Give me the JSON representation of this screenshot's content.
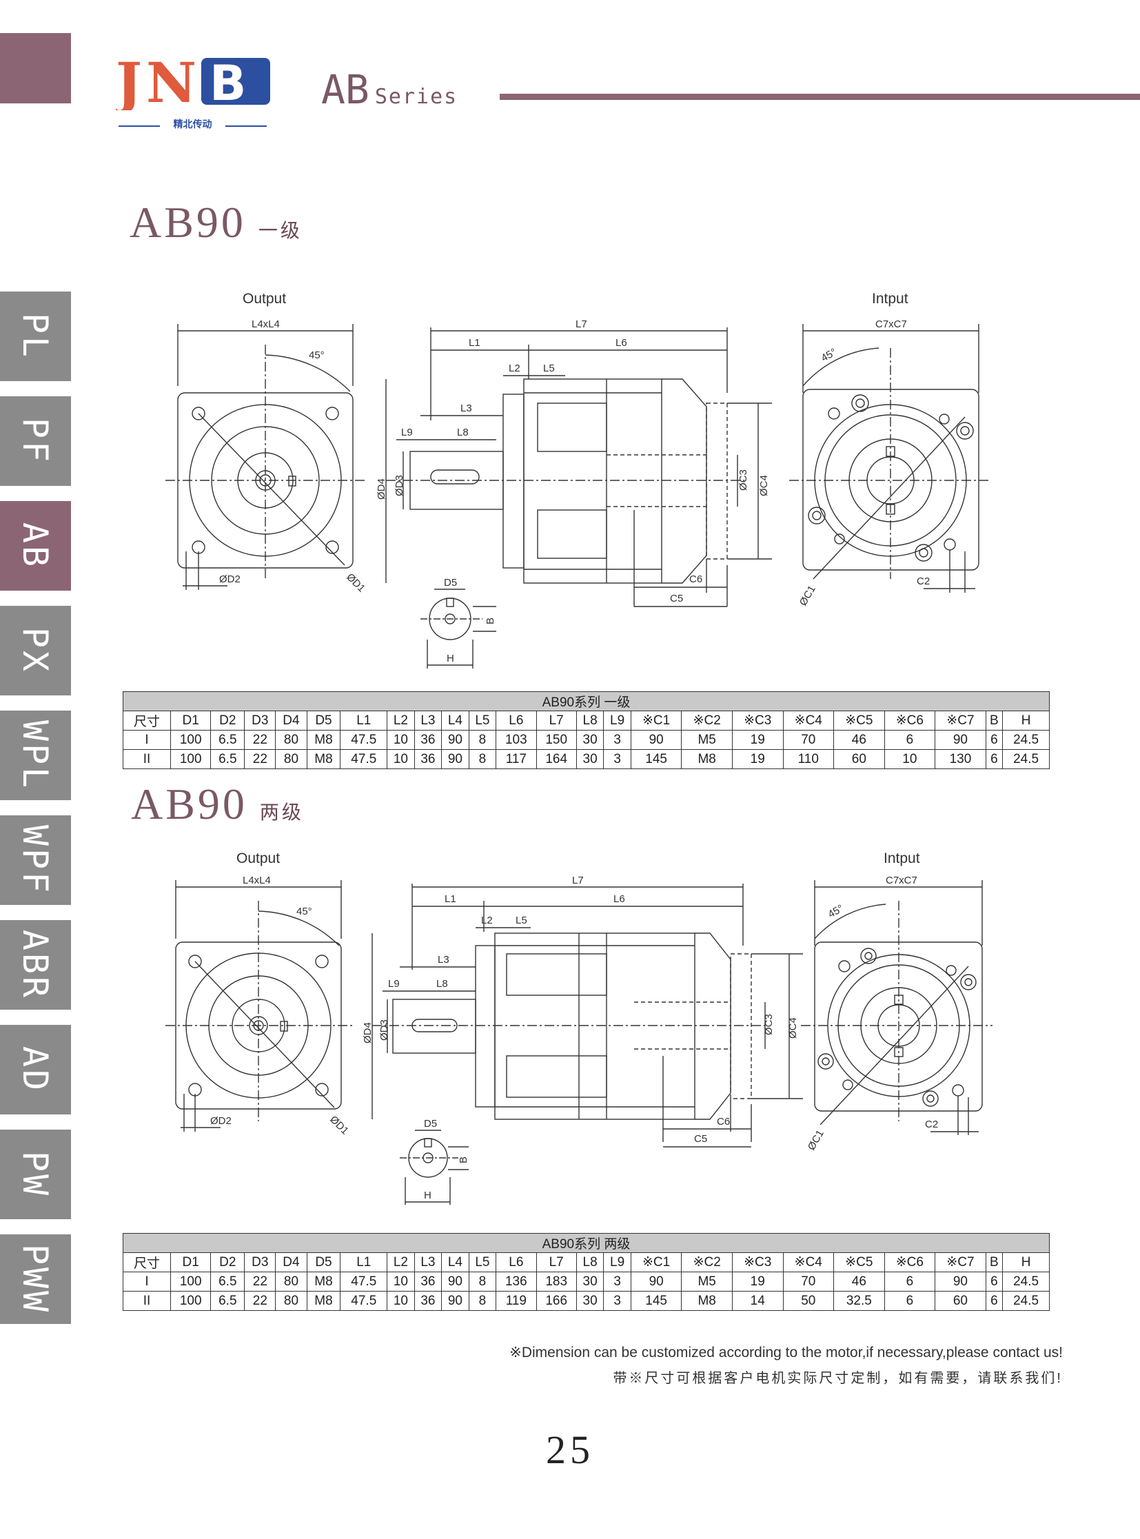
{
  "header": {
    "logo_text": "JNB",
    "logo_subtitle": "精北传动",
    "series_main": "AB",
    "series_sub": "Series"
  },
  "sidebar": {
    "items": [
      {
        "label": "PL",
        "active": false
      },
      {
        "label": "PF",
        "active": false
      },
      {
        "label": "AB",
        "active": true
      },
      {
        "label": "PX",
        "active": false
      },
      {
        "label": "WPL",
        "active": false
      },
      {
        "label": "WPF",
        "active": false
      },
      {
        "label": "ABR",
        "active": false
      },
      {
        "label": "AD",
        "active": false
      },
      {
        "label": "PW",
        "active": false
      },
      {
        "label": "PWW",
        "active": false
      }
    ]
  },
  "sections": [
    {
      "title": "AB90",
      "stage": "一级",
      "drawing": {
        "output_label": "Output",
        "input_label": "Intput",
        "labels": {
          "L4xL4": "L4xL4",
          "C7xC7": "C7xC7",
          "angle": "45°",
          "L1": "L1",
          "L2": "L2",
          "L3": "L3",
          "L5": "L5",
          "L6": "L6",
          "L7": "L7",
          "L8": "L8",
          "L9": "L9",
          "D1": "ØD1",
          "D2": "ØD2",
          "D3": "ØD3",
          "D4": "ØD4",
          "D5": "D5",
          "C1": "ØC1",
          "C2": "C2",
          "C3": "ØC3",
          "C4": "ØC4",
          "C5": "C5",
          "C6": "C6",
          "B": "B",
          "H": "H"
        }
      },
      "table": {
        "caption": "AB90系列 一级",
        "headers": [
          "尺寸",
          "D1",
          "D2",
          "D3",
          "D4",
          "D5",
          "L1",
          "L2",
          "L3",
          "L4",
          "L5",
          "L6",
          "L7",
          "L8",
          "L9",
          "※C1",
          "※C2",
          "※C3",
          "※C4",
          "※C5",
          "※C6",
          "※C7",
          "B",
          "H"
        ],
        "rows": [
          [
            "I",
            "100",
            "6.5",
            "22",
            "80",
            "M8",
            "47.5",
            "10",
            "36",
            "90",
            "8",
            "103",
            "150",
            "30",
            "3",
            "90",
            "M5",
            "19",
            "70",
            "46",
            "6",
            "90",
            "6",
            "24.5"
          ],
          [
            "II",
            "100",
            "6.5",
            "22",
            "80",
            "M8",
            "47.5",
            "10",
            "36",
            "90",
            "8",
            "117",
            "164",
            "30",
            "3",
            "145",
            "M8",
            "19",
            "110",
            "60",
            "10",
            "130",
            "6",
            "24.5"
          ]
        ]
      }
    },
    {
      "title": "AB90",
      "stage": "两级",
      "drawing": {
        "output_label": "Output",
        "input_label": "Intput",
        "labels": {
          "L4xL4": "L4xL4",
          "C7xC7": "C7xC7",
          "angle": "45°",
          "L1": "L1",
          "L2": "L2",
          "L3": "L3",
          "L5": "L5",
          "L6": "L6",
          "L7": "L7",
          "L8": "L8",
          "L9": "L9",
          "D1": "ØD1",
          "D2": "ØD2",
          "D3": "ØD3",
          "D4": "ØD4",
          "D5": "D5",
          "C1": "ØC1",
          "C2": "C2",
          "C3": "ØC3",
          "C4": "ØC4",
          "C5": "C5",
          "C6": "C6",
          "B": "B",
          "H": "H"
        }
      },
      "table": {
        "caption": "AB90系列 两级",
        "headers": [
          "尺寸",
          "D1",
          "D2",
          "D3",
          "D4",
          "D5",
          "L1",
          "L2",
          "L3",
          "L4",
          "L5",
          "L6",
          "L7",
          "L8",
          "L9",
          "※C1",
          "※C2",
          "※C3",
          "※C4",
          "※C5",
          "※C6",
          "※C7",
          "B",
          "H"
        ],
        "rows": [
          [
            "I",
            "100",
            "6.5",
            "22",
            "80",
            "M8",
            "47.5",
            "10",
            "36",
            "90",
            "8",
            "136",
            "183",
            "30",
            "3",
            "90",
            "M5",
            "19",
            "70",
            "46",
            "6",
            "90",
            "6",
            "24.5"
          ],
          [
            "II",
            "100",
            "6.5",
            "22",
            "80",
            "M8",
            "47.5",
            "10",
            "36",
            "90",
            "8",
            "119",
            "166",
            "30",
            "3",
            "145",
            "M8",
            "14",
            "50",
            "32.5",
            "6",
            "60",
            "6",
            "24.5"
          ]
        ]
      }
    }
  ],
  "footer": {
    "note_en": "※Dimension can be customized according to the motor,if necessary,please contact us!",
    "note_cn": "带※尺寸可根据客户电机实际尺寸定制，如有需要，请联系我们!",
    "page_number": "25"
  },
  "colors": {
    "accent": "#8c6574",
    "sidebar_inactive": "#8a8a8a",
    "logo_red": "#e05a3c",
    "logo_blue": "#2c4fa0"
  }
}
